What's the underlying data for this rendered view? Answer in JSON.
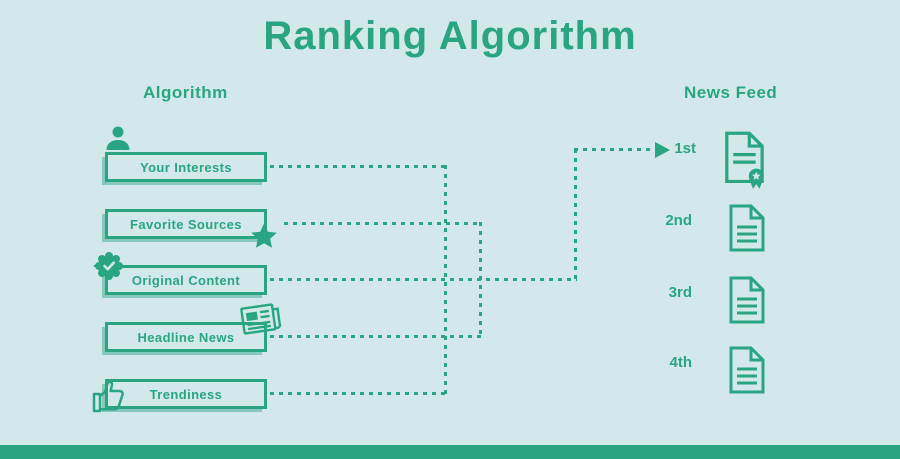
{
  "title": "Ranking Algorithm",
  "headers": {
    "algorithm": "Algorithm",
    "news_feed": "News Feed"
  },
  "algorithm_items": [
    {
      "label": "Your Interests",
      "icon": "person-icon"
    },
    {
      "label": "Favorite Sources",
      "icon": "star-icon"
    },
    {
      "label": "Original Content",
      "icon": "rosette-badge-icon"
    },
    {
      "label": "Headline News",
      "icon": "newspaper-icon"
    },
    {
      "label": "Trendiness",
      "icon": "thumbs-up-icon"
    }
  ],
  "news_feed_items": [
    {
      "rank": "1st",
      "icon": "document-award-icon"
    },
    {
      "rank": "2nd",
      "icon": "document-icon"
    },
    {
      "rank": "3rd",
      "icon": "document-icon"
    },
    {
      "rank": "4th",
      "icon": "document-icon"
    }
  ],
  "colors": {
    "accent": "#29a583",
    "background": "#d3e8eb",
    "footer_bar": "#29a583"
  }
}
